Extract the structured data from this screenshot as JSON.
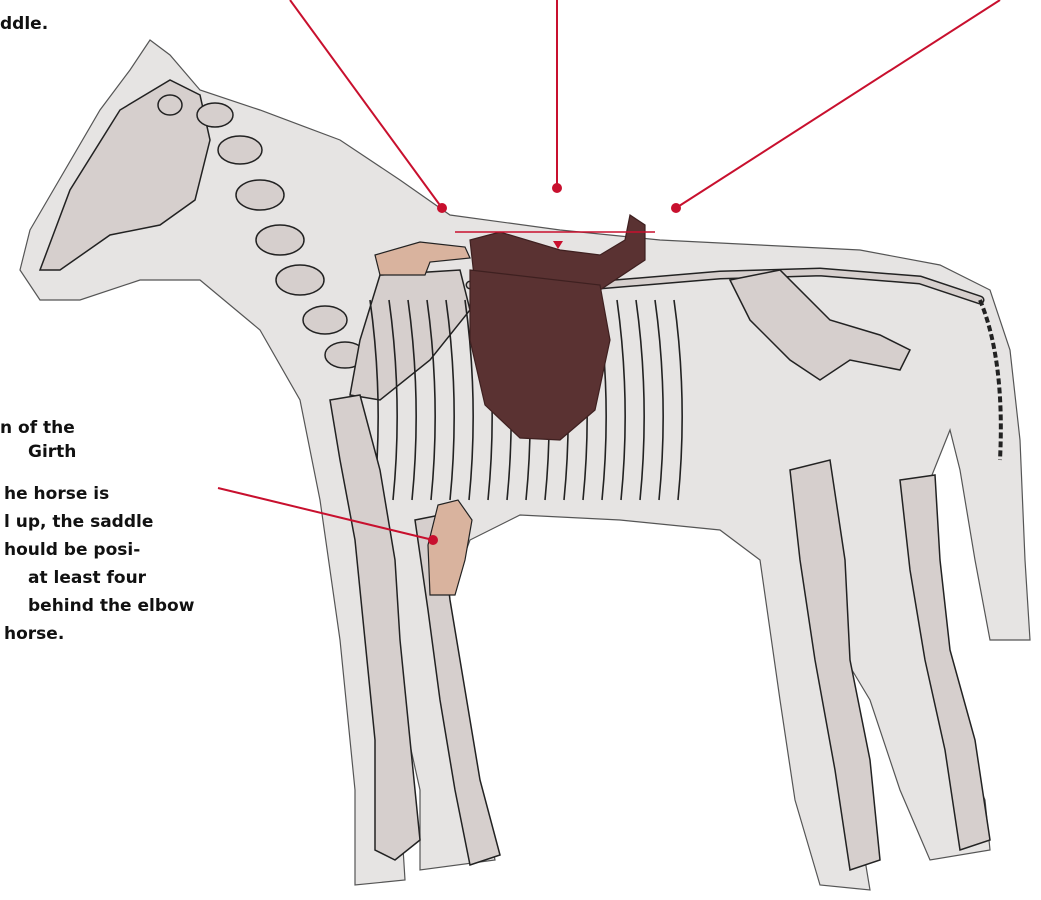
{
  "top_caption_fragment": "ddle.",
  "girth_note": {
    "title_line1": "n of the",
    "title_line2": "Girth",
    "body_lines": [
      "he horse is",
      "l up, the saddle",
      "hould be posi-",
      "at least four",
      "behind the elbow",
      "horse."
    ]
  },
  "colors": {
    "pointer_line": "#c8102e",
    "saddle": "#5a3232",
    "saddle_dark": "#3e2020",
    "horse_fill": "#e6e4e3",
    "bone_fill": "#d6cfcd",
    "outline": "#222222",
    "hand": "#d9b39e"
  }
}
